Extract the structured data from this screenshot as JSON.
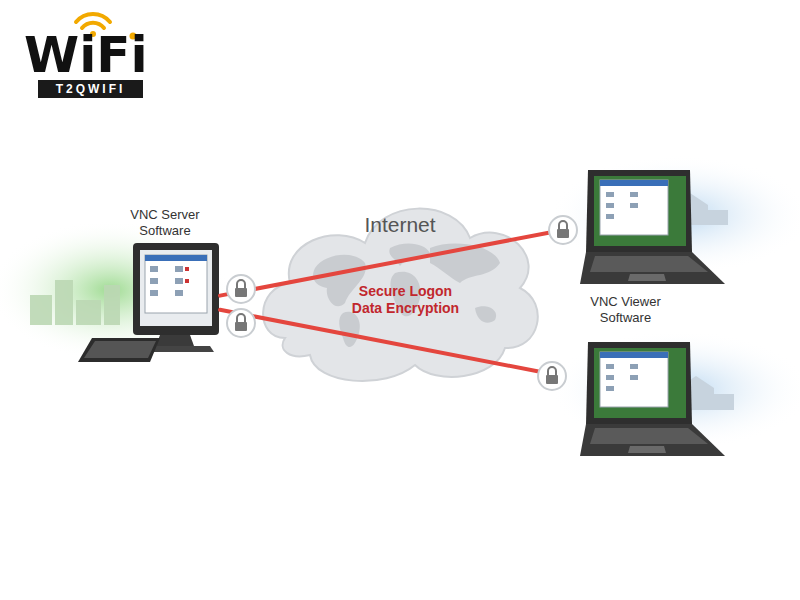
{
  "diagram": {
    "nodes": [
      {
        "text": [
          "VNC Server Software"
        ]
      },
      {
        "text": [
          "Internet",
          "Secure Logon Data Encryption"
        ]
      },
      {
        "text": [
          "VNC Viewer Software"
        ]
      }
    ],
    "edges": [
      {
        "from": 0,
        "to": 2,
        "arrow": "none"
      },
      {
        "from": 0,
        "to": 2,
        "arrow": "none"
      }
    ],
    "labels": [
      "WiFi",
      "T2QWIFI"
    ]
  }
}
